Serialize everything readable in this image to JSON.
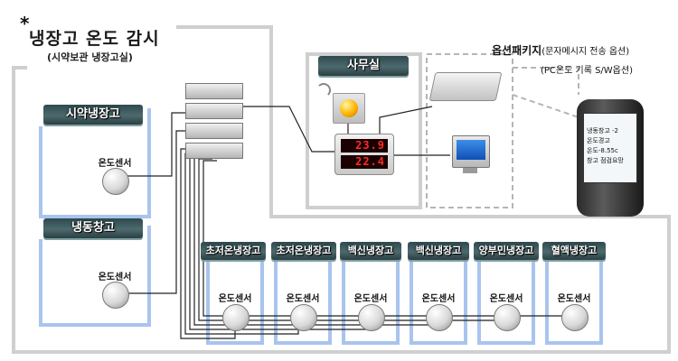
{
  "title": {
    "star": "*",
    "main": "냉장고 온도 감시",
    "sub": "(시약보관 냉장고실)"
  },
  "office": {
    "label": "사무실"
  },
  "option_package": {
    "title": "옵션패키지",
    "note": "(문자메시지 전송 옵션)",
    "sub": "(PC온도 기록 S/W옵션)"
  },
  "display": {
    "reading_1": "23.9",
    "reading_2": "22.4"
  },
  "phone": {
    "lines": [
      "냉동창고 -2",
      "온도경고",
      "온도-8.55c",
      "창고 점검요망"
    ]
  },
  "left_rooms": [
    {
      "label": "시약냉장고",
      "sensor": "온도센서"
    },
    {
      "label": "냉동창고",
      "sensor": "온도센서"
    }
  ],
  "bottom_rooms": [
    {
      "label": "초저온냉장고",
      "sensor": "온도센서"
    },
    {
      "label": "초저온냉장고",
      "sensor": "온도센서"
    },
    {
      "label": "백신냉장고",
      "sensor": "온도센서"
    },
    {
      "label": "백신냉장고",
      "sensor": "온도센서"
    },
    {
      "label": "양부민냉장고",
      "sensor": "온도센서"
    },
    {
      "label": "혈액냉장고",
      "sensor": "온도센서"
    }
  ],
  "colors": {
    "room_frame": "#a9c4ee",
    "outer_frame": "#cfcfcf",
    "dashed_frame": "#b5b5b5",
    "wire": "#222222",
    "banner": "#3c5a5e",
    "led_red": "#ff2a2a"
  }
}
